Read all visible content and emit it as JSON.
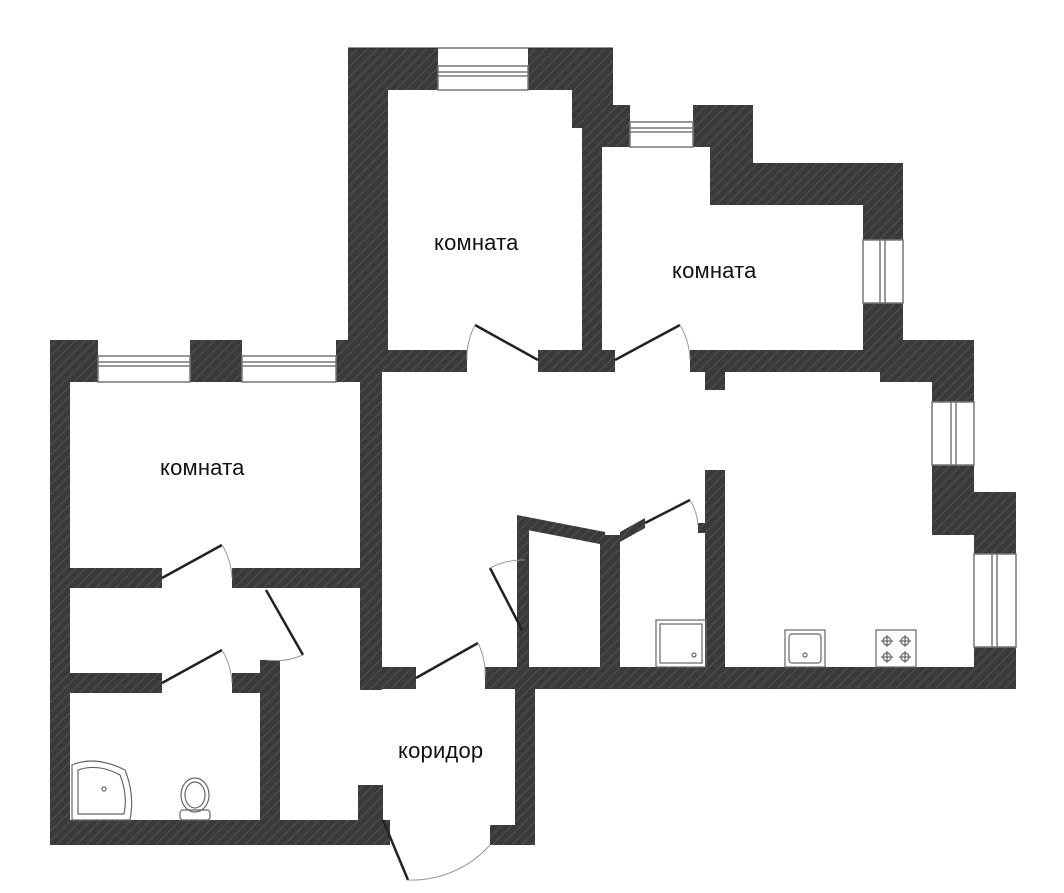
{
  "rooms": {
    "room_1": "комната",
    "room_2": "комната",
    "room_3": "комната",
    "corridor": "коридор"
  },
  "colors": {
    "wall": "#3a3a3a",
    "hatch": "#5a5a5a",
    "window_frame": "#777777",
    "fixture": "#666666",
    "background": "#ffffff"
  },
  "icons": [
    "bathtub-icon",
    "toilet-icon",
    "sink-icon",
    "shower-tray-icon",
    "stove-icon",
    "window-icon",
    "door-swing-icon"
  ]
}
